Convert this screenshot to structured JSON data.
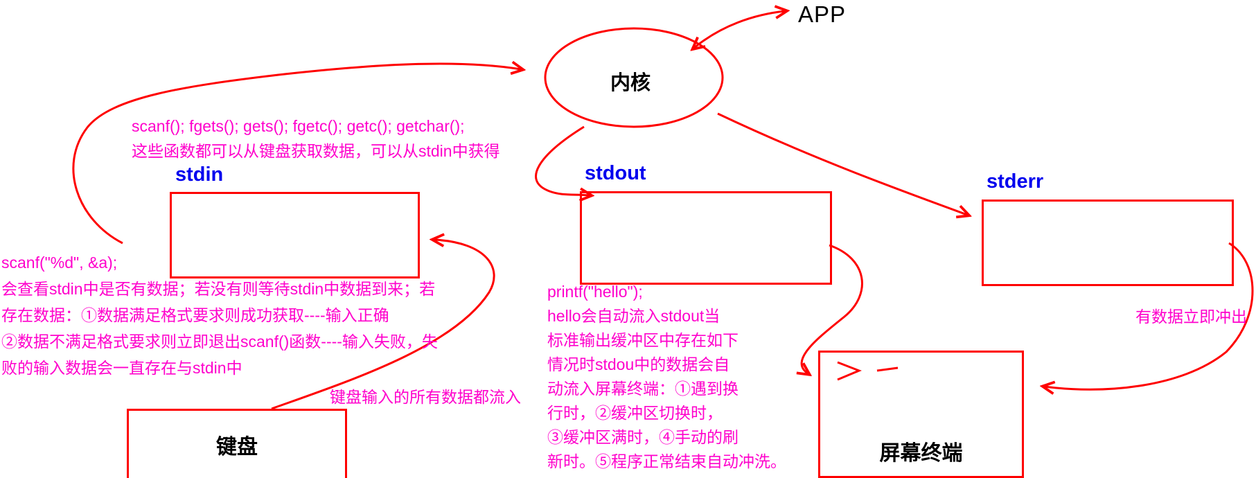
{
  "colors": {
    "stroke_red": "#fe0000",
    "label_blue": "#0000ee",
    "annotation_magenta": "#ff00cc",
    "text_black": "#000000"
  },
  "nodes": {
    "kernel": {
      "label": "内核"
    },
    "app": {
      "label": "APP"
    },
    "stdin": {
      "label": "stdin"
    },
    "stdout": {
      "label": "stdout"
    },
    "stderr": {
      "label": "stderr"
    },
    "keyboard": {
      "label": "键盘"
    },
    "terminal": {
      "label": "屏幕终端"
    }
  },
  "annotations": {
    "stdin_functions": {
      "line1": "scanf(); fgets(); gets(); fgetc(); getc(); getchar();",
      "line2": "这些函数都可以从键盘获取数据，可以从stdin中获得"
    },
    "scanf_note": [
      "scanf(\"%d\", &a);",
      "会查看stdin中是否有数据；若没有则等待stdin中数据到来；若",
      "存在数据：①数据满足格式要求则成功获取----输入正确",
      "②数据不满足格式要求则立即退出scanf()函数----输入失败，失",
      "败的输入数据会一直存在与stdin中"
    ],
    "keyboard_flow": "键盘输入的所有数据都流入",
    "printf_note": [
      "printf(\"hello\");",
      "hello会自动流入stdout当",
      "标准输出缓冲区中存在如下",
      "情况时stdou中的数据会自",
      "动流入屏幕终端：①遇到换",
      "行时，②缓冲区切换时，",
      "③缓冲区满时，④手动的刷",
      "新时。⑤程序正常结束自动冲洗。"
    ],
    "stderr_flow": "有数据立即冲出"
  }
}
